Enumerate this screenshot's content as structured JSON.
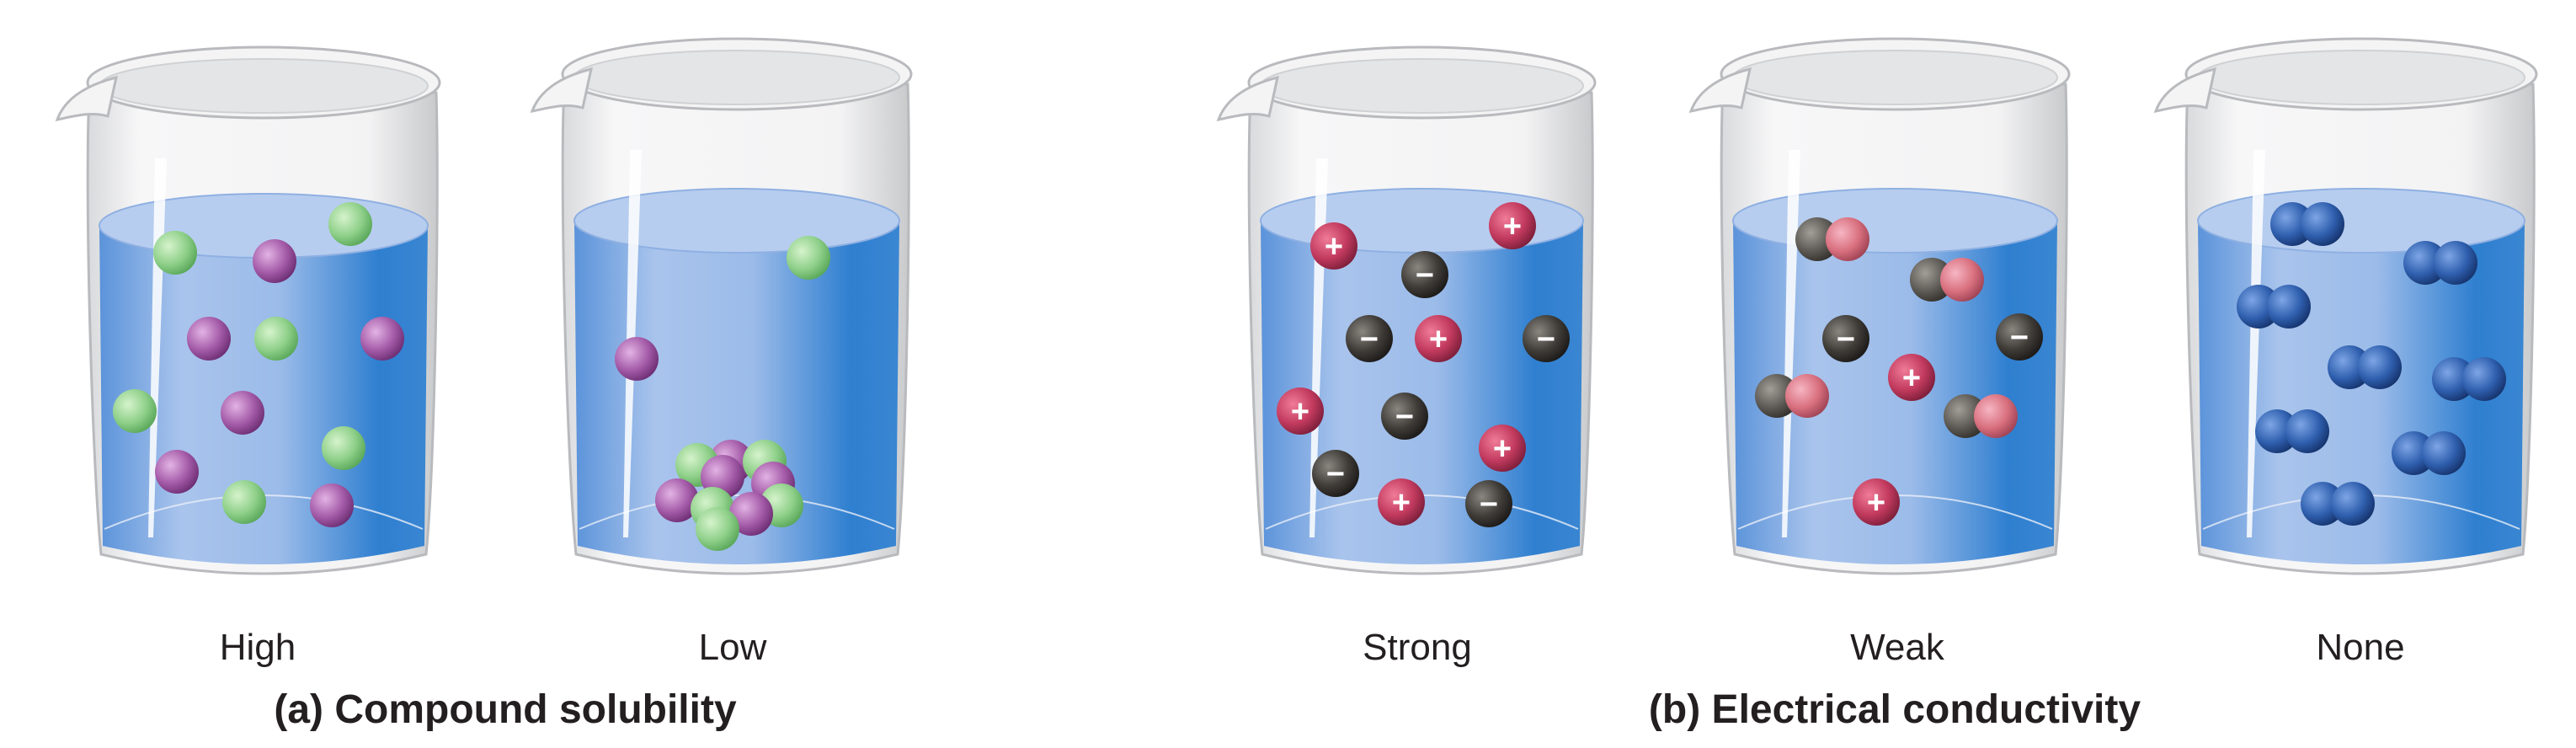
{
  "colors": {
    "water_light": "#c7d8f1",
    "water_dark": "#2b7dce",
    "green_ion": "#8fd08a",
    "purple_ion": "#a45ba8",
    "cation": "#c23a5e",
    "anion": "#3f3c38",
    "molecule": "#2f5fae"
  },
  "section_a": {
    "caption": "(a) Compound solubility",
    "beakers": [
      {
        "label": "High"
      },
      {
        "label": "Low"
      }
    ]
  },
  "section_b": {
    "caption": "(b) Electrical conductivity",
    "beakers": [
      {
        "label": "Strong"
      },
      {
        "label": "Weak"
      },
      {
        "label": "None"
      }
    ]
  },
  "symbols": {
    "plus": "+",
    "minus": "−"
  }
}
